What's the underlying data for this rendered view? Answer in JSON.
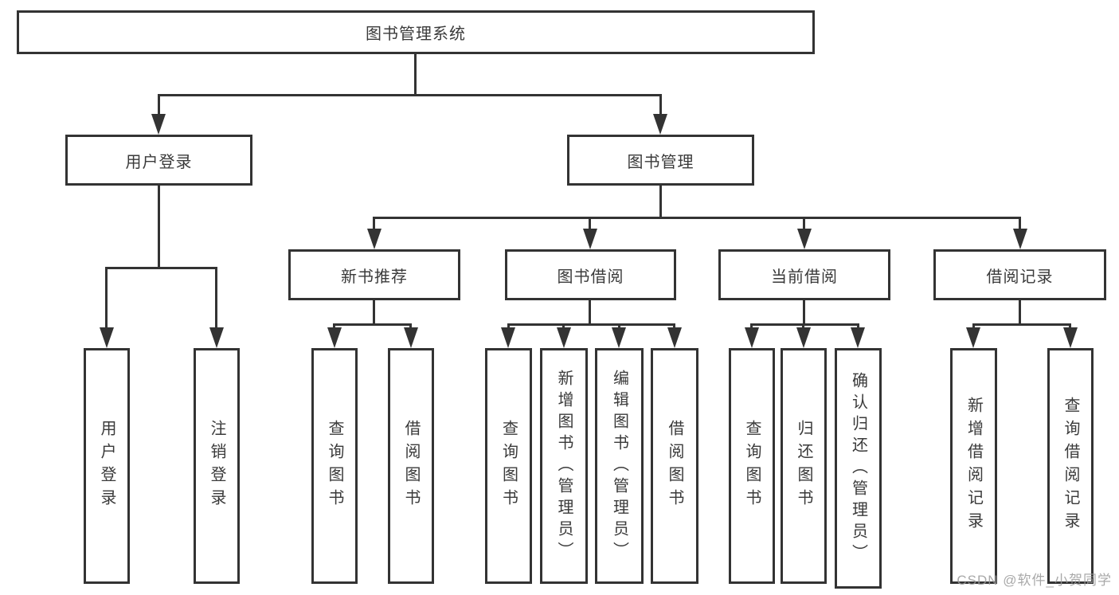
{
  "title": "图书管理系统",
  "tree": {
    "root": {
      "label": "图书管理系统"
    },
    "branches": [
      {
        "label": "用户登录",
        "children": [
          {
            "label": "用户登录"
          },
          {
            "label": "注销登录"
          }
        ]
      },
      {
        "label": "图书管理",
        "children": [
          {
            "label": "新书推荐",
            "children": [
              {
                "label": "查询图书"
              },
              {
                "label": "借阅图书"
              }
            ]
          },
          {
            "label": "图书借阅",
            "children": [
              {
                "label": "查询图书"
              },
              {
                "label": "新增图书（管理员）"
              },
              {
                "label": "编辑图书（管理员）"
              },
              {
                "label": "借阅图书"
              }
            ]
          },
          {
            "label": "当前借阅",
            "children": [
              {
                "label": "查询图书"
              },
              {
                "label": "归还图书"
              },
              {
                "label": "确认归还（管理员）"
              }
            ]
          },
          {
            "label": "借阅记录",
            "children": [
              {
                "label": "新增借阅记录"
              },
              {
                "label": "查询借阅记录"
              }
            ]
          }
        ]
      }
    ]
  },
  "watermark": "CSDN @软件_小贺同学",
  "colors": {
    "line": "#333333",
    "text": "#3a3a3a",
    "box_background": "#ffffff",
    "background": "#ffffff",
    "watermark": "#9a9a9a"
  }
}
